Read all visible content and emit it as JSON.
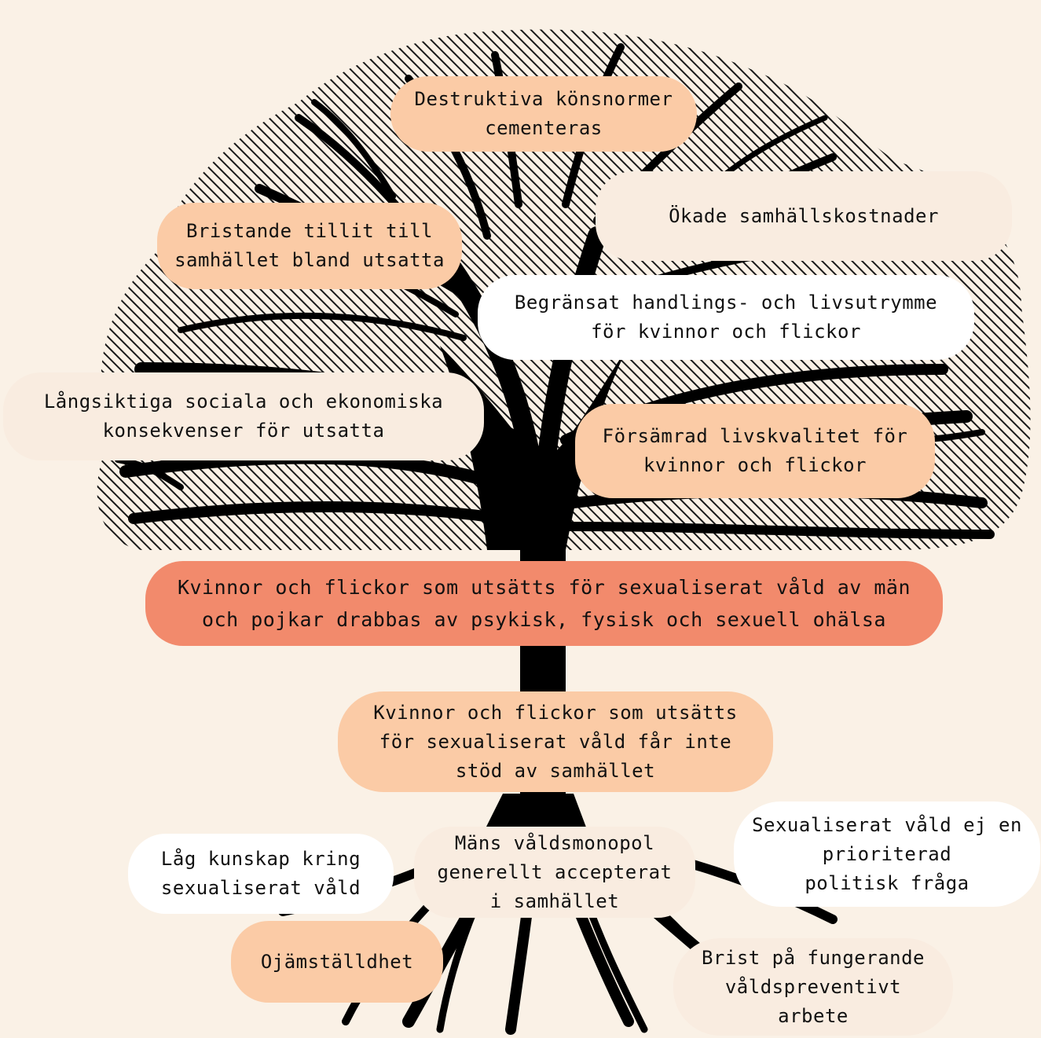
{
  "colors": {
    "background": "#faf1e6",
    "hatch": "#1a1a1a",
    "tree": "#000000",
    "peach": "#fbcba6",
    "cream": "#f9ece0",
    "white": "#ffffff",
    "coral": "#f28a6c"
  },
  "canopy": {
    "consequences": [
      "Destruktiva könsnormer\ncementeras",
      "Ökade samhällskostnader",
      "Bristande tillit till\nsamhället bland utsatta",
      "Begränsat handlings- och livsutrymme\nför kvinnor och flickor",
      "Långsiktiga sociala och ekonomiska\nkonsekvenser för utsatta",
      "Försämrad livskvalitet för\nkvinnor och flickor"
    ]
  },
  "core_problem": "Kvinnor och flickor som utsätts för sexualiserat våld av män\noch pojkar drabbas av psykisk, fysisk och sexuell ohälsa",
  "trunk_cause": "Kvinnor och flickor som utsätts\nför sexualiserat våld får inte\nstöd av samhället",
  "roots": {
    "causes": [
      "Låg kunskap kring\nsexualiserat våld",
      "Mäns våldsmonopol\ngenerellt accepterat\ni samhället",
      "Sexualiserat våld ej en\nprioriterad\npolitisk fråga",
      "Ojämställdhet",
      "Brist på fungerande\nvåldspreventivt\narbete"
    ]
  }
}
